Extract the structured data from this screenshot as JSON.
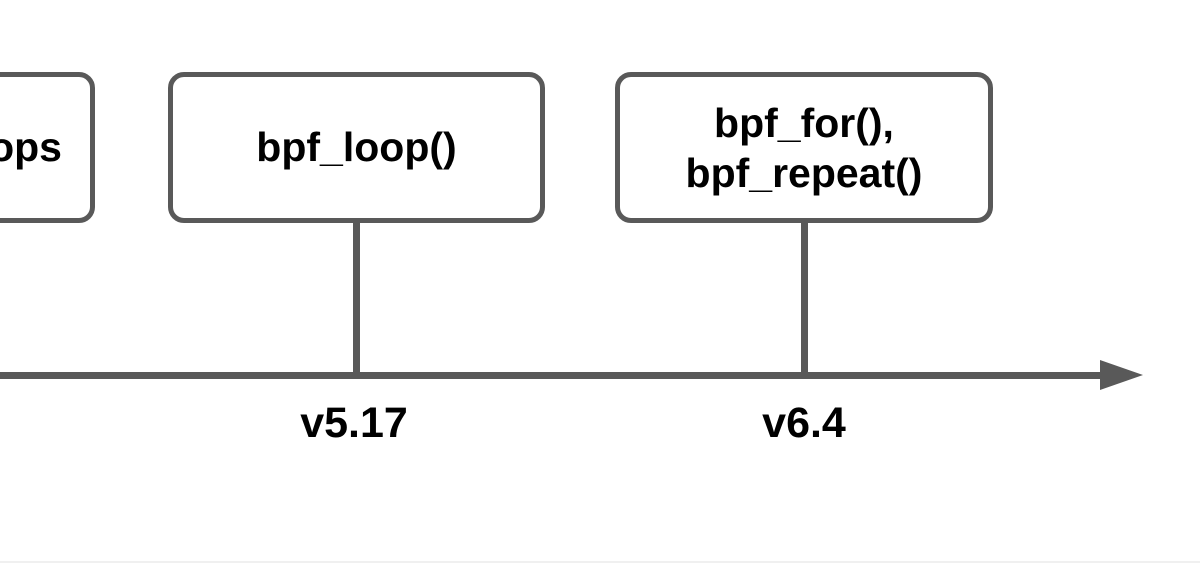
{
  "colors": {
    "stroke": "#595959",
    "text": "#000000",
    "box_fill": "#ffffff",
    "canvas_bg": "#ffffff"
  },
  "diagram": {
    "type": "timeline",
    "boxes": {
      "clipped_left": {
        "visible_label": "ops"
      },
      "middle": {
        "label": "bpf_loop()"
      },
      "right": {
        "line1": "bpf_for(),",
        "line2": "bpf_repeat()"
      }
    },
    "timeline": {
      "markers": [
        {
          "label": "v5.17"
        },
        {
          "label": "v6.4"
        }
      ]
    }
  }
}
